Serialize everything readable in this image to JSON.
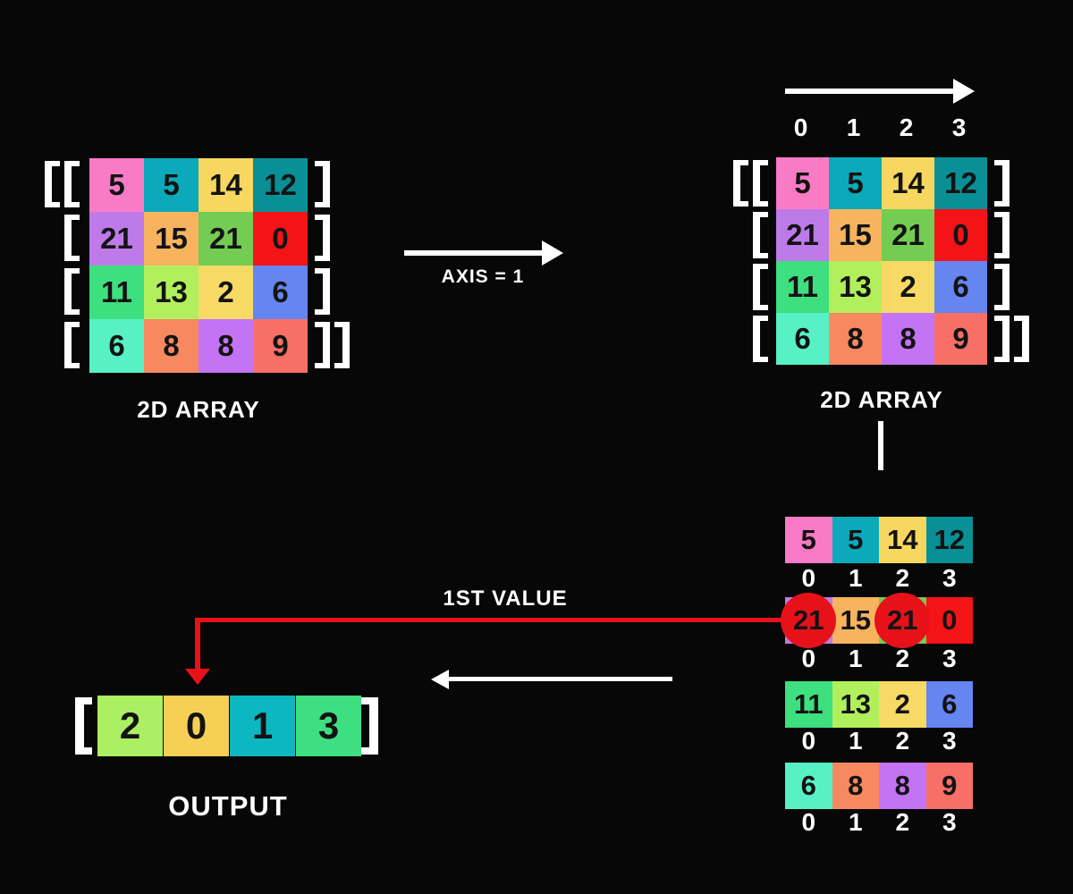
{
  "colors": {
    "background": "#070707",
    "bracket": "#FFFFFF",
    "arrow_white": "#FFFFFF",
    "arrow_red": "#E61119",
    "highlight_circle": "#E61119",
    "cell_number": "#131313",
    "index_text": "#FFFFFF"
  },
  "left_array": {
    "label": "2D ARRAY",
    "rows": [
      [
        {
          "v": "5",
          "c": "#F97BC5"
        },
        {
          "v": "5",
          "c": "#0BA9B9"
        },
        {
          "v": "14",
          "c": "#F7D75F"
        },
        {
          "v": "12",
          "c": "#098F96"
        }
      ],
      [
        {
          "v": "21",
          "c": "#BE7AE9"
        },
        {
          "v": "15",
          "c": "#F7B35D"
        },
        {
          "v": "21",
          "c": "#74CC52"
        },
        {
          "v": "0",
          "c": "#F41317"
        }
      ],
      [
        {
          "v": "11",
          "c": "#3EDF7F"
        },
        {
          "v": "13",
          "c": "#B1F05C"
        },
        {
          "v": "2",
          "c": "#F7DA64"
        },
        {
          "v": "6",
          "c": "#6585F1"
        }
      ],
      [
        {
          "v": "6",
          "c": "#57F1C5"
        },
        {
          "v": "8",
          "c": "#F78960"
        },
        {
          "v": "8",
          "c": "#C473F4"
        },
        {
          "v": "9",
          "c": "#F76F67"
        }
      ]
    ]
  },
  "axis_arrow": {
    "label": "AXIS = 1"
  },
  "right_array": {
    "label": "2D ARRAY",
    "col_indices": [
      "0",
      "1",
      "2",
      "3"
    ],
    "rows": [
      [
        {
          "v": "5",
          "c": "#F97BC5"
        },
        {
          "v": "5",
          "c": "#0BA9B9"
        },
        {
          "v": "14",
          "c": "#F7D75F"
        },
        {
          "v": "12",
          "c": "#098F96"
        }
      ],
      [
        {
          "v": "21",
          "c": "#BE7AE9"
        },
        {
          "v": "15",
          "c": "#F7B35D"
        },
        {
          "v": "21",
          "c": "#74CC52"
        },
        {
          "v": "0",
          "c": "#F41317"
        }
      ],
      [
        {
          "v": "11",
          "c": "#3EDF7F"
        },
        {
          "v": "13",
          "c": "#B1F05C"
        },
        {
          "v": "2",
          "c": "#F7DA64"
        },
        {
          "v": "6",
          "c": "#6585F1"
        }
      ],
      [
        {
          "v": "6",
          "c": "#57F1C5"
        },
        {
          "v": "8",
          "c": "#F78960"
        },
        {
          "v": "8",
          "c": "#C473F4"
        },
        {
          "v": "9",
          "c": "#F76F67"
        }
      ]
    ]
  },
  "strips": {
    "index_labels": [
      "0",
      "1",
      "2",
      "3"
    ],
    "rows": [
      [
        {
          "v": "5",
          "c": "#F97BC5"
        },
        {
          "v": "5",
          "c": "#0BA9B9"
        },
        {
          "v": "14",
          "c": "#F7D75F"
        },
        {
          "v": "12",
          "c": "#098F96"
        }
      ],
      [
        {
          "v": "21",
          "c": "#BE7AE9"
        },
        {
          "v": "15",
          "c": "#F7B35D"
        },
        {
          "v": "21",
          "c": "#74CC52"
        },
        {
          "v": "0",
          "c": "#F41317"
        }
      ],
      [
        {
          "v": "11",
          "c": "#3EDF7F"
        },
        {
          "v": "13",
          "c": "#B1F05C"
        },
        {
          "v": "2",
          "c": "#F7DA64"
        },
        {
          "v": "6",
          "c": "#6585F1"
        }
      ],
      [
        {
          "v": "6",
          "c": "#57F1C5"
        },
        {
          "v": "8",
          "c": "#F78960"
        },
        {
          "v": "8",
          "c": "#C473F4"
        },
        {
          "v": "9",
          "c": "#F76F67"
        }
      ]
    ],
    "highlight": {
      "strip_index": 1,
      "cell_indices": [
        0,
        2
      ]
    }
  },
  "annotations": {
    "first_value_label": "1ST VALUE"
  },
  "output": {
    "label": "OUTPUT",
    "cells": [
      {
        "v": "2",
        "c": "#ABEF62"
      },
      {
        "v": "0",
        "c": "#F7CF55"
      },
      {
        "v": "1",
        "c": "#0DB7C1"
      },
      {
        "v": "3",
        "c": "#3EDF80"
      }
    ]
  }
}
